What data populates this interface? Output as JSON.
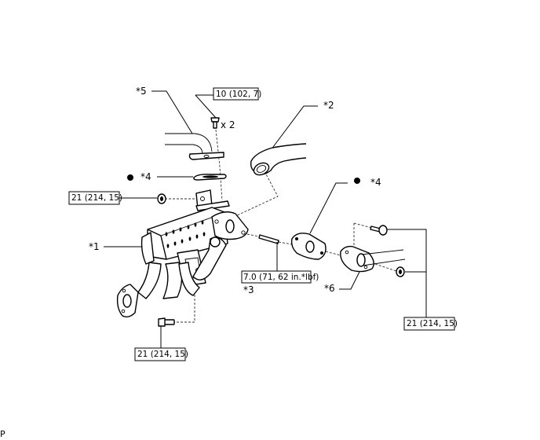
{
  "callouts": {
    "c5": "*5",
    "c2": "*2",
    "c4_left": "*4",
    "c4_right": "*4",
    "c1": "*1",
    "c3": "*3",
    "c6": "*6"
  },
  "torques": {
    "bolt_top": "10 (102, 7)",
    "bolt_left": "21 (214, 15)",
    "stud": "7.0 (71, 62 in.*lbf)",
    "bolt_bottom": "21 (214, 15)",
    "bolt_right": "21 (214, 15)"
  },
  "quantity": "x 2",
  "corner_mark": "P"
}
